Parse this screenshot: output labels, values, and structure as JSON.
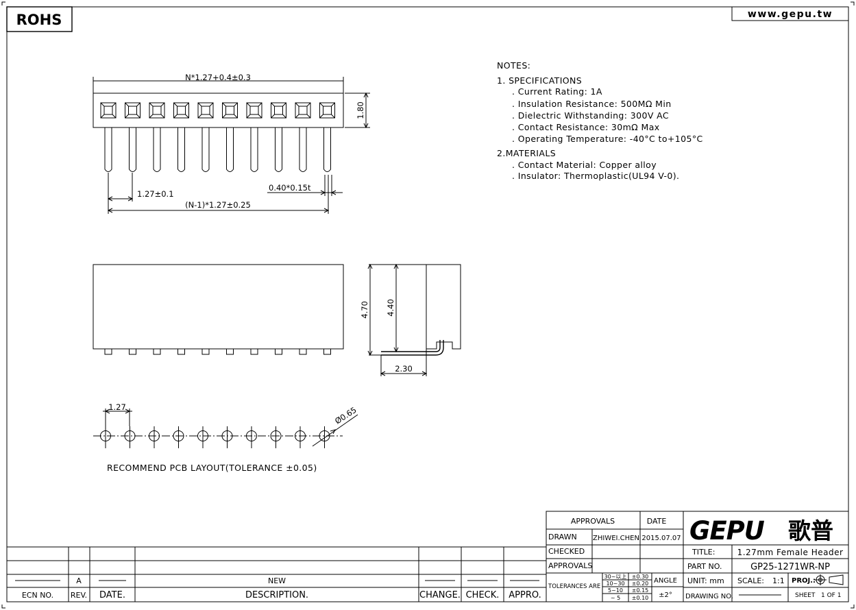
{
  "badge": {
    "rohs": "ROHS",
    "website": "www.gepu.tw"
  },
  "drawing": {
    "top_width_dim": "N*1.27+0.4±0.3",
    "height_dim": "1.80",
    "pitch_dim": "1.27±0.1",
    "pin_dim": "0.40*0.15t",
    "span_dim": "(N-1)*1.27±0.25",
    "front_height_dim": "4.70",
    "side_height_dim": "4.40",
    "side_depth_dim": "2.30",
    "pcb_pitch_dim": "1.27",
    "hole_dim": "Ø0.65",
    "pcb_caption": "RECOMMEND PCB LAYOUT(TOLERANCE ±0.05)",
    "pin_count": 10
  },
  "notes": {
    "heading": "NOTES:",
    "spec_heading": "1. SPECIFICATIONS",
    "specs": [
      ". Current Rating: 1A",
      ". Insulation Resistance: 500MΩ Min",
      ". Dielectric Withstanding: 300V AC",
      ". Contact Resistance: 30mΩ Max",
      ". Operating Temperature: -40°C to+105°C"
    ],
    "materials_heading": "2.MATERIALS",
    "materials": [
      ". Contact Material: Copper alloy",
      ". Insulator: Thermoplastic(UL94 V-0)."
    ]
  },
  "revision_table": {
    "new_label": "NEW",
    "rev_value": "A",
    "headers": [
      "ECN NO.",
      "REV.",
      "DATE.",
      "DESCRIPTION.",
      "CHANGE.",
      "CHECK.",
      "APPRO."
    ]
  },
  "title_block": {
    "approvals_header": "APPROVALS",
    "date_header": "DATE",
    "drawn_label": "DRAWN",
    "drawn_by": "ZHIWEI.CHEN",
    "drawn_date": "2015.07.07",
    "checked_label": "CHECKED",
    "approvals_label": "APPROVALS",
    "tolerances_label": "TOLERANCES ARE",
    "tolerance_ranges": [
      "30~以上",
      "10~30",
      "5~10",
      "~ 5"
    ],
    "tolerance_values": [
      "±0.30",
      "±0.20",
      "±0.15",
      "±0.10"
    ],
    "angle_label": "ANGLE",
    "angle_value": "±2°",
    "brand": "GEPU",
    "brand_cn": "歌普",
    "title_label": "TITLE:",
    "title_value": "1.27mm Female Header",
    "part_label": "PART NO.",
    "part_value": "GP25-1271WR-NP",
    "unit_label": "UNIT: mm",
    "scale_label": "SCALE:",
    "scale_value": "1:1",
    "proj_label": "PROJ.:",
    "drawing_label": "DRAWING NO.",
    "sheet_label": "SHEET",
    "sheet_value": "1 OF 1"
  }
}
